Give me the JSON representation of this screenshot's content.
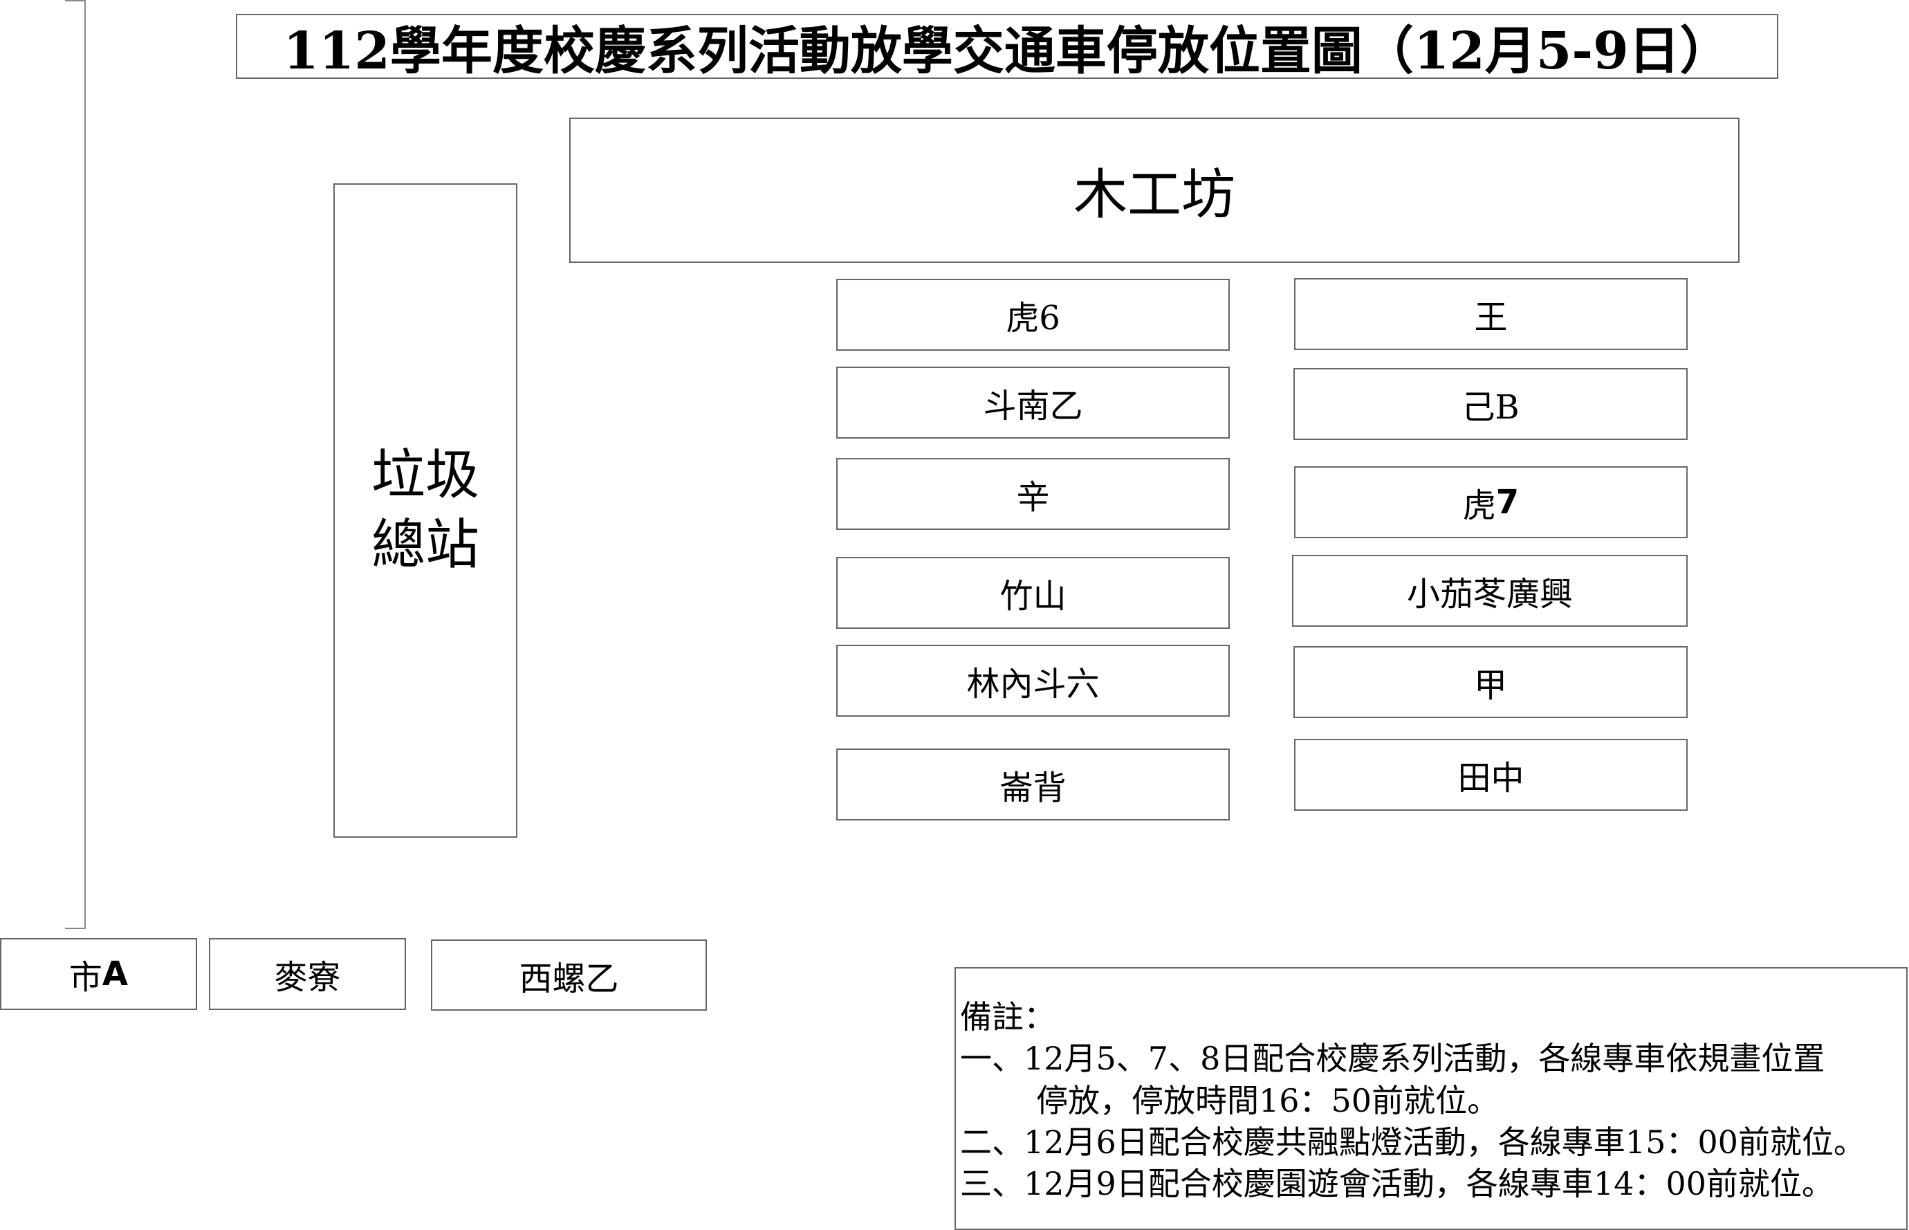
{
  "title": "112學年度校慶系列活動放學交通車停放位置圖（12月5-9日）",
  "landmarks": {
    "workshop": "木工坊",
    "garbage_line1": "垃圾",
    "garbage_line2": "總站"
  },
  "left_column": [
    "虎6",
    "斗南乙",
    "辛",
    "竹山",
    "林內斗六",
    "崙背"
  ],
  "right_column": {
    "r1": "王",
    "r2": "己B",
    "r3_prefix": "虎",
    "r3_bold": "7",
    "r4": "小茄苳廣興",
    "r5": "甲",
    "r6": "田中"
  },
  "bottom_row": {
    "b1_prefix": "市",
    "b1_bold": "A",
    "b2": "麥寮",
    "b3": "西螺乙"
  },
  "notes": {
    "heading": "備註：",
    "line1": "一、12月5、7、8日配合校慶系列活動，各線專車依規畫位置",
    "line1_cont": "停放，停放時間16：50前就位。",
    "line2": "二、12月6日配合校慶共融點燈活動，各線專車15：00前就位。",
    "line3": "三、12月9日配合校慶園遊會活動，各線專車14：00前就位。"
  }
}
